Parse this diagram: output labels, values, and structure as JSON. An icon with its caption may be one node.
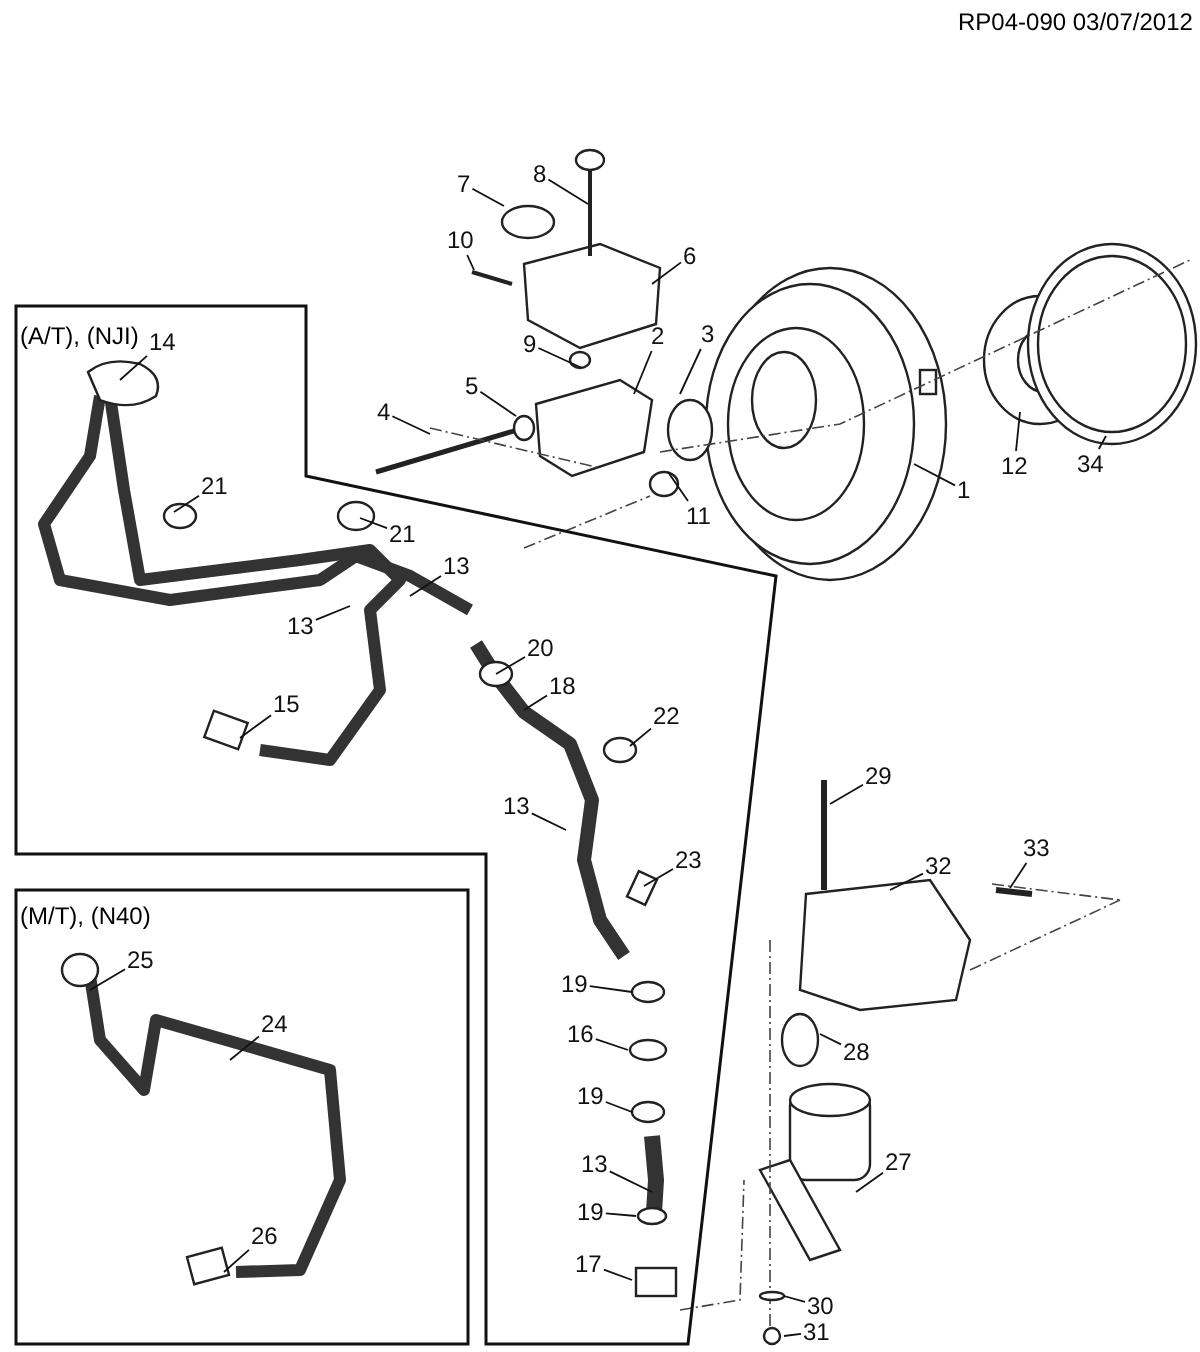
{
  "diagram": {
    "nodes": [
      {
        "text": [
          "8"
        ]
      },
      {
        "text": [
          "7"
        ]
      },
      {
        "text": [
          "10"
        ]
      },
      {
        "text": [
          "6"
        ]
      },
      {
        "text": [
          "9"
        ]
      },
      {
        "text": [
          "2"
        ]
      },
      {
        "text": [
          "3"
        ]
      },
      {
        "text": [
          "5"
        ]
      },
      {
        "text": [
          "4"
        ]
      },
      {
        "text": [
          "11"
        ]
      },
      {
        "text": [
          "1"
        ]
      },
      {
        "text": [
          "12"
        ]
      },
      {
        "text": [
          "34"
        ]
      },
      {
        "text": [
          "(A/T), (NJI)"
        ]
      },
      {
        "text": [
          "14"
        ],
        "in": 13
      },
      {
        "text": [
          "21"
        ],
        "in": 13
      },
      {
        "text": [
          "21"
        ],
        "in": 13
      },
      {
        "text": [
          "13"
        ],
        "in": 13
      },
      {
        "text": [
          "13"
        ],
        "in": 13
      },
      {
        "text": [
          "20"
        ],
        "in": 13
      },
      {
        "text": [
          "18"
        ],
        "in": 13
      },
      {
        "text": [
          "15"
        ],
        "in": 13
      },
      {
        "text": [
          "22"
        ],
        "in": 13
      },
      {
        "text": [
          "13"
        ],
        "in": 13
      },
      {
        "text": [
          "23"
        ],
        "in": 13
      },
      {
        "text": [
          "19"
        ],
        "in": 13
      },
      {
        "text": [
          "16"
        ],
        "in": 13
      },
      {
        "text": [
          "19"
        ],
        "in": 13
      },
      {
        "text": [
          "13"
        ],
        "in": 13
      },
      {
        "text": [
          "19"
        ],
        "in": 13
      },
      {
        "text": [
          "17"
        ],
        "in": 13
      },
      {
        "text": [
          "29"
        ]
      },
      {
        "text": [
          "32"
        ]
      },
      {
        "text": [
          "33"
        ]
      },
      {
        "text": [
          "28"
        ]
      },
      {
        "text": [
          "27"
        ]
      },
      {
        "text": [
          "30"
        ]
      },
      {
        "text": [
          "31"
        ]
      },
      {
        "text": [
          "(M/T), (N40)"
        ]
      },
      {
        "text": [
          "25"
        ],
        "in": 38
      },
      {
        "text": [
          "24"
        ],
        "in": 38
      },
      {
        "text": [
          "26"
        ],
        "in": 38
      }
    ],
    "edges": [
      {
        "from": 0,
        "to": null,
        "arrow": "none"
      },
      {
        "from": 1,
        "to": null,
        "arrow": "none"
      },
      {
        "from": 2,
        "to": null,
        "arrow": "none"
      },
      {
        "from": 3,
        "to": null,
        "arrow": "none"
      },
      {
        "from": 4,
        "to": null,
        "arrow": "none"
      },
      {
        "from": 5,
        "to": null,
        "arrow": "none"
      },
      {
        "from": 6,
        "to": null,
        "arrow": "none"
      },
      {
        "from": 7,
        "to": null,
        "arrow": "none"
      },
      {
        "from": 8,
        "to": null,
        "arrow": "none"
      },
      {
        "from": 9,
        "to": null,
        "arrow": "none"
      },
      {
        "from": 10,
        "to": null,
        "arrow": "none"
      },
      {
        "from": 11,
        "to": null,
        "arrow": "none"
      },
      {
        "from": 12,
        "to": null,
        "arrow": "none"
      },
      {
        "from": 14,
        "to": null,
        "arrow": "none"
      },
      {
        "from": 15,
        "to": null,
        "arrow": "none"
      },
      {
        "from": 16,
        "to": null,
        "arrow": "none"
      },
      {
        "from": 17,
        "to": null,
        "arrow": "none"
      },
      {
        "from": 18,
        "to": null,
        "arrow": "none"
      },
      {
        "from": 19,
        "to": null,
        "arrow": "none"
      },
      {
        "from": 20,
        "to": null,
        "arrow": "none"
      },
      {
        "from": 21,
        "to": null,
        "arrow": "none"
      },
      {
        "from": 22,
        "to": null,
        "arrow": "none"
      },
      {
        "from": 23,
        "to": null,
        "arrow": "none"
      },
      {
        "from": 24,
        "to": null,
        "arrow": "none"
      },
      {
        "from": 25,
        "to": null,
        "arrow": "none"
      },
      {
        "from": 26,
        "to": null,
        "arrow": "none"
      },
      {
        "from": 27,
        "to": null,
        "arrow": "none"
      },
      {
        "from": 28,
        "to": null,
        "arrow": "none"
      },
      {
        "from": 29,
        "to": null,
        "arrow": "none"
      },
      {
        "from": 30,
        "to": null,
        "arrow": "none"
      },
      {
        "from": 31,
        "to": null,
        "arrow": "none"
      },
      {
        "from": 32,
        "to": null,
        "arrow": "none"
      },
      {
        "from": 33,
        "to": null,
        "arrow": "none"
      },
      {
        "from": 34,
        "to": null,
        "arrow": "none"
      },
      {
        "from": 35,
        "to": null,
        "arrow": "none"
      },
      {
        "from": 36,
        "to": null,
        "arrow": "none"
      },
      {
        "from": 37,
        "to": null,
        "arrow": "none"
      },
      {
        "from": 39,
        "to": null,
        "arrow": "none"
      },
      {
        "from": 40,
        "to": null,
        "arrow": "none"
      },
      {
        "from": 41,
        "to": null,
        "arrow": "none"
      }
    ],
    "labels": [
      "RP04-090 03/07/2012"
    ]
  }
}
